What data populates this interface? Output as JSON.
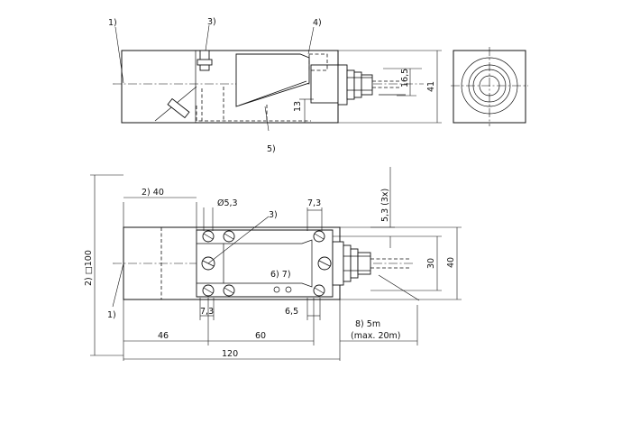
{
  "side_view": {
    "callout_1": "1)",
    "callout_3": "3)",
    "callout_4": "4)",
    "callout_5": "5)",
    "dim_13": "13",
    "dim_16_5": "16,5",
    "dim_41": "41"
  },
  "plan_view": {
    "callout_2_40": "2)  40",
    "hole_dia": "Ø5,3",
    "dim_7_3_top": "7,3",
    "callout_3": "3)",
    "callout_6_7": "6)  7)",
    "dim_5_3_3x": "5,3  (3x)",
    "dim_30": "30",
    "dim_40": "40",
    "dim_100": "2)  □100",
    "callout_1": "1)",
    "dim_7_3_bottom": "7,3",
    "dim_6_5": "6,5",
    "cable_note_1": "8)   5m",
    "cable_note_2": "(max. 20m)",
    "dim_46": "46",
    "dim_60": "60",
    "dim_120": "120"
  }
}
